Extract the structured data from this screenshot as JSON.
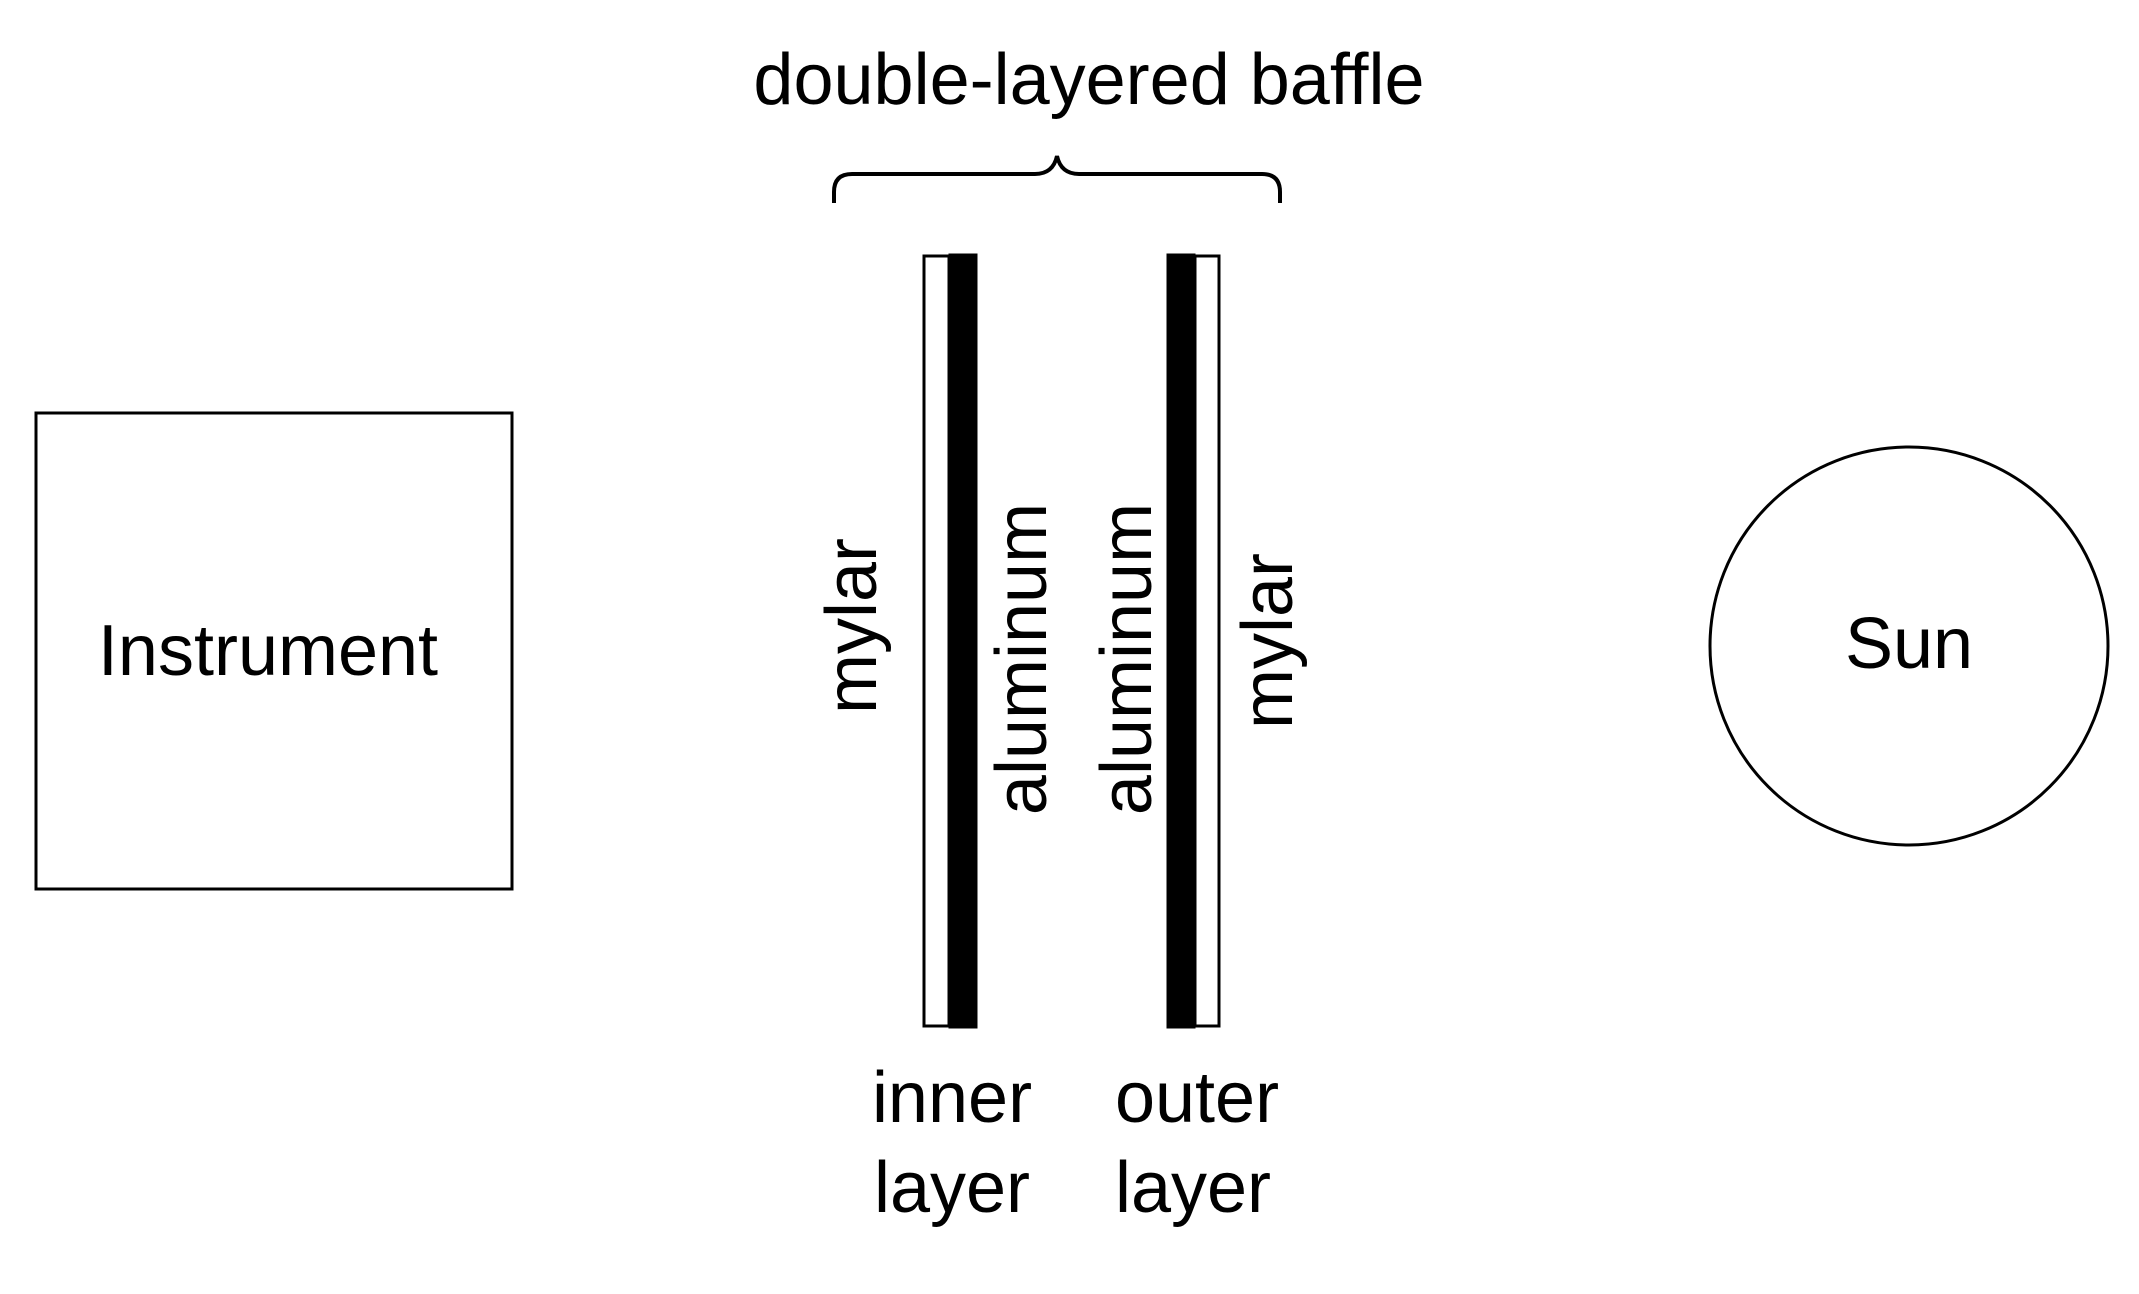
{
  "title": "double-layered baffle",
  "instrument": {
    "label": "Instrument"
  },
  "sun": {
    "label": "Sun"
  },
  "inner_layer": {
    "mylar_label": "mylar",
    "aluminum_label": "aluminum",
    "caption_line1": "inner",
    "caption_line2": "layer"
  },
  "outer_layer": {
    "mylar_label": "mylar",
    "aluminum_label": "aluminum",
    "caption_line1": "outer",
    "caption_line2": "layer"
  },
  "colors": {
    "aluminum": "#000000",
    "mylar": "#ffffff",
    "stroke": "#000000"
  }
}
